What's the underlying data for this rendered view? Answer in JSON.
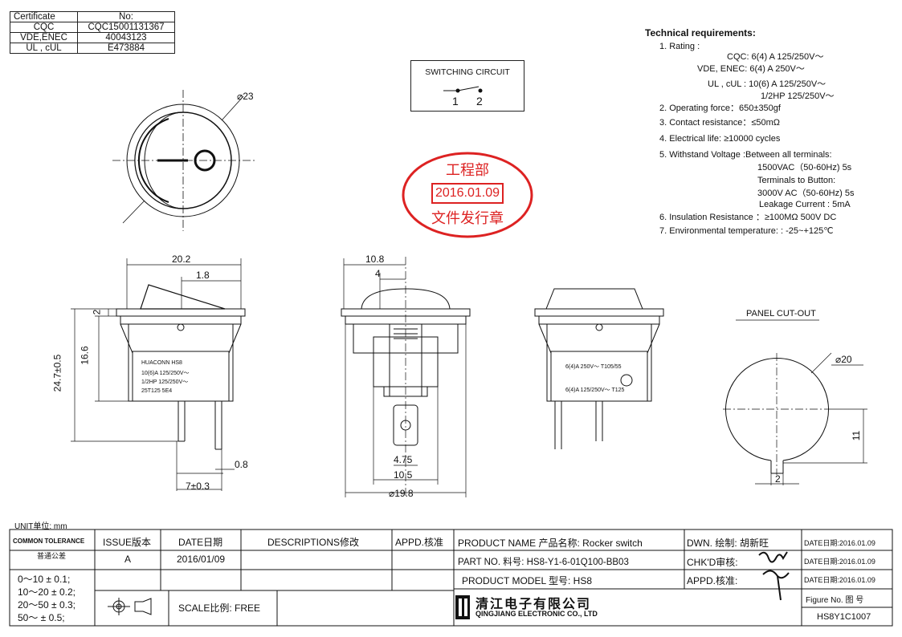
{
  "certificate": {
    "header": [
      "Certificate",
      "No:"
    ],
    "rows": [
      [
        "CQC",
        "CQC15001131367"
      ],
      [
        "VDE,ENEC",
        "40043123"
      ],
      [
        "UL , cUL",
        "E473884"
      ]
    ]
  },
  "switching_circuit": {
    "title": "SWITCHING CIRCUIT",
    "pin1": "1",
    "pin2": "2"
  },
  "stamp": {
    "line1": "工程部",
    "date": "2016.01.09",
    "line3": "文件发行章"
  },
  "tech": {
    "title": "Technical requirements:",
    "lines": [
      "1. Rating :",
      "CQC:  6(4) A  125/250V～",
      "VDE, ENEC:  6(4) A  250V～",
      "UL , cUL :  10(6) A  125/250V～",
      "1/2HP  125/250V～",
      "2. Operating force：650±350gf",
      "3. Contact resistance：≤50mΩ",
      "4. Electrical life: ≥10000 cycles",
      "5. Withstand Voltage :Between all terminals:",
      "1500VAC（50-60Hz) 5s",
      "Terminals to Button:",
      "3000V AC（50-60Hz) 5s",
      "Leakage Current :  5mA",
      "6. Insulation Resistance ：≥100MΩ  500V DC",
      "7. Environmental temperature: : -25~+125℃"
    ]
  },
  "dims": {
    "d23": "⌀23",
    "w20_2": "20.2",
    "w1_8": "1.8",
    "h2": "2",
    "h16_6": "16.6",
    "h24_7": "24.7±0.5",
    "w0_8": "0.8",
    "w7": "7±0.3",
    "w10_8": "10.8",
    "w4": "4",
    "w4_75": "4.75",
    "w10_5": "10.5",
    "w19_8": "⌀19.8",
    "panel_title": "PANEL CUT-OUT",
    "d20": "⌀20",
    "h11": "11",
    "w2": "2"
  },
  "labels": {
    "side_brand": "HUACONN   HS8",
    "side_l1": "10(6)A 125/250V～",
    "side_l2": "1/2HP 125/250V～",
    "side_l3": "25T125 5E4",
    "back_l1": "6(4)A 250V～ T105/55",
    "back_l2": "6(4)A 125/250V～ T125"
  },
  "unit": "UNIT单位: mm",
  "title_block": {
    "common_tol": "COMMON TOLERANCE",
    "common_tol_cn": "普通公差",
    "tolerances": [
      "0～10   ± 0.1;",
      "10～20  ± 0.2;",
      "20～50  ± 0.3;",
      "50～      ± 0.5;"
    ],
    "issue_h": "ISSUE版本",
    "issue": "A",
    "date_h": "DATE日期",
    "date": "2016/01/09",
    "desc_h": "DESCRIPTIONS修改",
    "appd_h": "APPD.核准",
    "product_name": "PRODUCT NAME  产品名称:   Rocker switch",
    "part_no": "PART NO.     料号:   HS8-Y1-6-01Q100-BB03",
    "product_model": "PRODUCT MODEL 型号:    HS8",
    "dwn": "DWN. 绘制:    胡新旺",
    "chkd": "CHK'D审核:",
    "appd": "APPD.核准:",
    "date_r1": "DATE日期:2016.01.09",
    "date_r2": "DATE日期:2016.01.09",
    "date_r3": "DATE日期:2016.01.09",
    "scale": "SCALE比例: FREE",
    "company_cn": "清江电子有限公司",
    "company_en": "QINGJIANG ELECTRONIC CO., LTD",
    "figure_h": "Figure No.   图 号",
    "figure_no": "HS8Y1C1007"
  }
}
